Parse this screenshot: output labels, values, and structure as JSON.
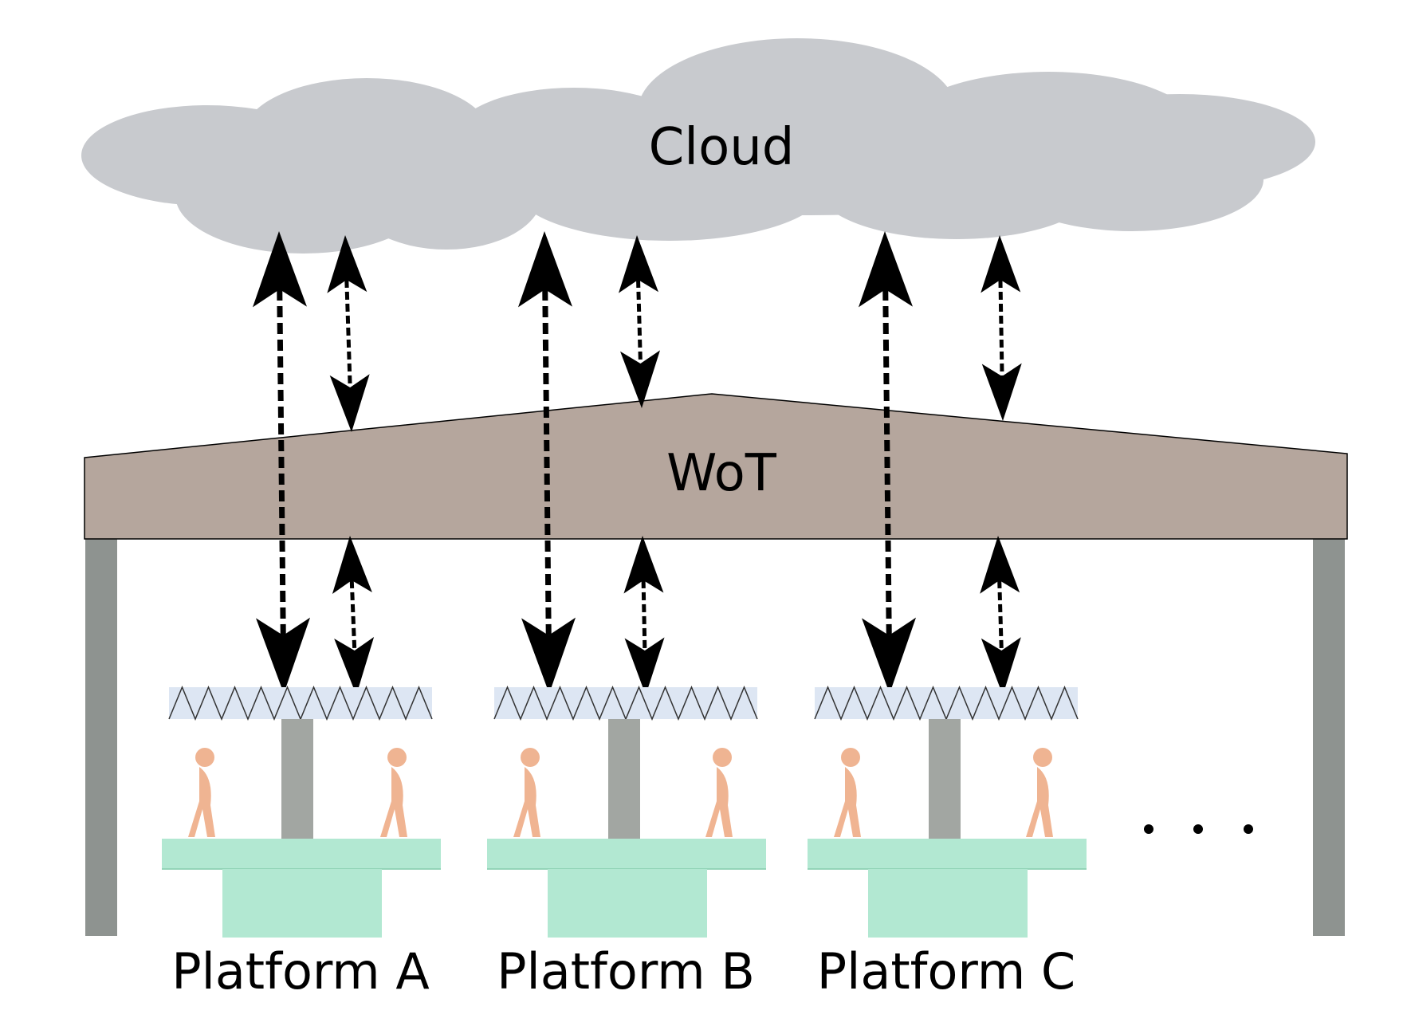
{
  "cloud": {
    "label": "Cloud"
  },
  "wot": {
    "label": "WoT"
  },
  "platforms": [
    {
      "label": "Platform A"
    },
    {
      "label": "Platform B"
    },
    {
      "label": "Platform C"
    }
  ],
  "ellipsis": "...",
  "colors": {
    "cloud": "#c8cace",
    "wot": "#b5a69d",
    "pillar": "#8e9390",
    "pole": "#a2a6a2",
    "sensor_band": "#dde6f3",
    "platform": "#b2e8d2",
    "person": "#eda77f",
    "arrow": "#000000"
  }
}
